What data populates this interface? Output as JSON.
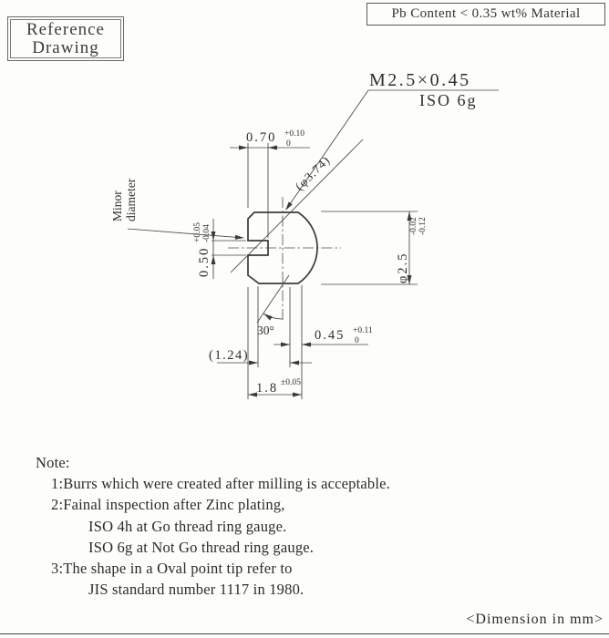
{
  "header": {
    "reference_box": {
      "line1": "Reference",
      "line2": "Drawing"
    },
    "pb_note": "Pb Content < 0.35 wt% Material"
  },
  "drawing": {
    "thread_spec": "M2.5×0.45",
    "thread_class": "ISO 6g",
    "sphere_dia_ref": "(φ3.74)",
    "minor_label_line1": "Minor",
    "minor_label_line2": "diameter",
    "dims": {
      "slot_depth": {
        "value": "0.70",
        "tol_upper": "+0.10",
        "tol_lower": "0"
      },
      "slot_width": {
        "value": "0.50",
        "tol_upper": "+0.05",
        "tol_lower": "-0.04"
      },
      "body_dia": {
        "value": "φ2.5",
        "tol_upper": "-0.02",
        "tol_lower": "-0.12"
      },
      "point_len": {
        "value": "0.45",
        "tol_upper": "+0.11",
        "tol_lower": "0"
      },
      "ref_len": {
        "value": "(1.24)"
      },
      "overall_len": {
        "value": "1.8",
        "tol": "±0.05"
      },
      "chamfer_angle": {
        "value": "30°"
      }
    }
  },
  "notes": {
    "title": "Note:",
    "line1": "1:Burrs which were created after milling is acceptable.",
    "line2": "2:Fainal inspection after Zinc plating,",
    "line3": "ISO 4h at Go thread ring gauge.",
    "line4": "ISO 6g at Not Go thread ring gauge.",
    "line5": "3:The shape in a Oval point tip refer to",
    "line6": "JIS standard number 1117 in 1980."
  },
  "footer": {
    "dimension_note": "<Dimension in mm>"
  }
}
